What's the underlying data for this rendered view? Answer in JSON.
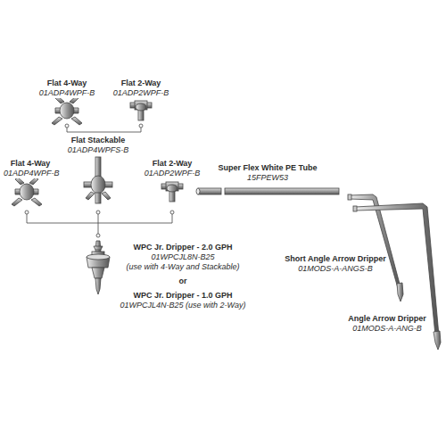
{
  "diagram": {
    "labels": [
      "Flat 4-Way",
      "01ADP4WPF-B",
      "Flat 2-Way",
      "01ADP2WPF-B",
      "Flat Stackable",
      "01ADP4WPFS-B",
      "Flat 4-Way",
      "01ADP4WPF-B",
      "Flat 2-Way",
      "01ADP2WPF-B",
      "Super Flex White PE Tube",
      "15FPEW53",
      "WPC Jr. Dripper - 2.0 GPH",
      "01WPCJL8N-B25",
      "(use with 4-Way and Stackable)",
      "or",
      "WPC Jr. Dripper - 1.0 GPH",
      "01WPCJL4N-B25 (use with 2-Way)",
      "Short Angle Arrow Dripper",
      "01MODS-A-ANGS-B",
      "Angle Arrow Dripper",
      "01MODS-A-ANG-B"
    ]
  }
}
